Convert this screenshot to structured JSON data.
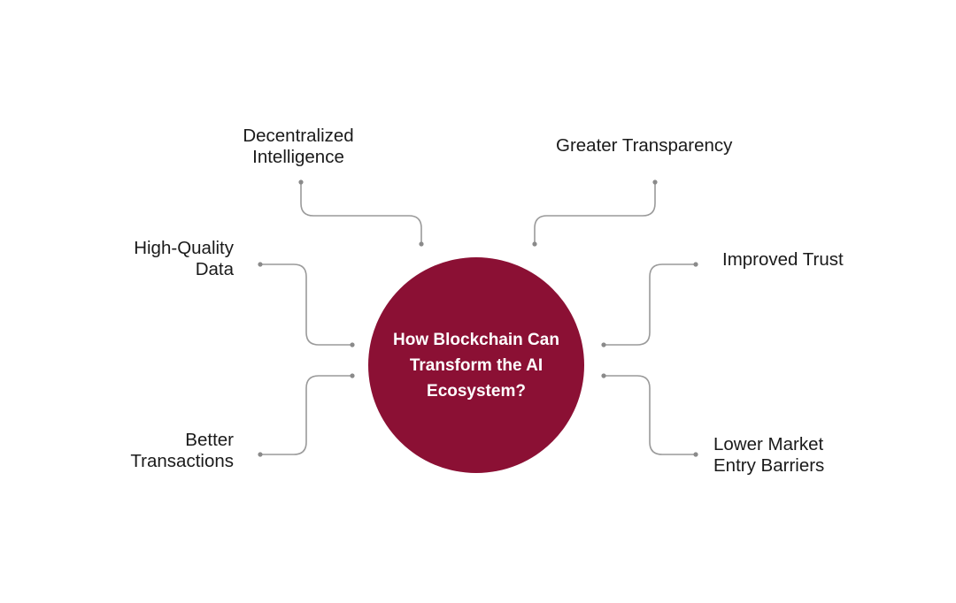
{
  "diagram": {
    "center": {
      "title": "How Blockchain Can Transform the AI Ecosystem?",
      "color": "#8b1034"
    },
    "connector_color": "#9a9a9a",
    "nodes": {
      "decentralized_intelligence": {
        "line1": "Decentralized",
        "line2": "Intelligence"
      },
      "greater_transparency": {
        "line1": "Greater Transparency"
      },
      "high_quality_data": {
        "line1": "High-Quality",
        "line2": "Data"
      },
      "improved_trust": {
        "line1": "Improved Trust"
      },
      "better_transactions": {
        "line1": "Better",
        "line2": "Transactions"
      },
      "lower_market_entry_barriers": {
        "line1": "Lower Market",
        "line2": "Entry Barriers"
      }
    }
  }
}
